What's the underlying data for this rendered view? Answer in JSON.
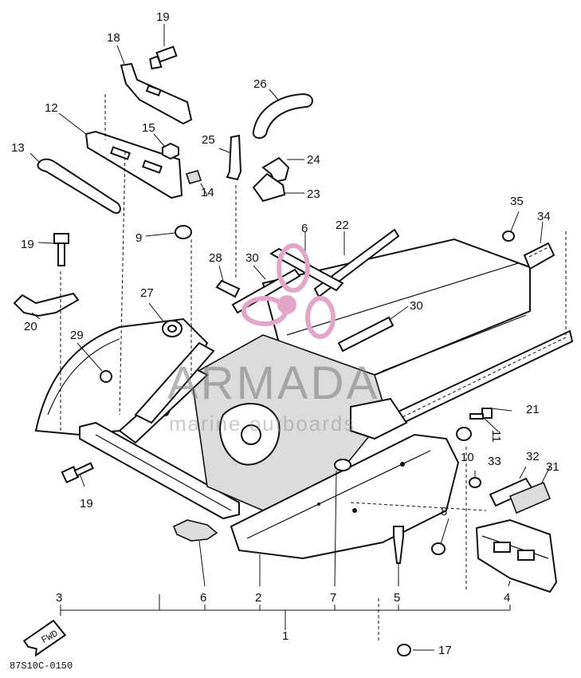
{
  "parts": {
    "p1": "1",
    "p2": "2",
    "p3": "3",
    "p4": "4",
    "p5": "5",
    "p6_bottom": "6",
    "p6_top": "6",
    "p7": "7",
    "p8": "8",
    "p9": "9",
    "p10": "10",
    "p11": "11",
    "p12": "12",
    "p13": "13",
    "p14": "14",
    "p15": "15",
    "p17": "17",
    "p18": "18",
    "p19_top": "19",
    "p19_left": "19",
    "p19_bottom": "19",
    "p20": "20",
    "p21": "21",
    "p22": "22",
    "p23": "23",
    "p24": "24",
    "p25": "25",
    "p26": "26",
    "p27": "27",
    "p28": "28",
    "p29": "29",
    "p30_a": "30",
    "p30_b": "30",
    "p31": "31",
    "p32": "32",
    "p33": "33",
    "p34": "34",
    "p35": "35"
  },
  "fwd_label": "FWD",
  "diagram_code": "87S10C-0150",
  "watermark": {
    "brand": "ARMADA",
    "tagline": "marine outboards",
    "logo_color": "#e3a6c9"
  }
}
